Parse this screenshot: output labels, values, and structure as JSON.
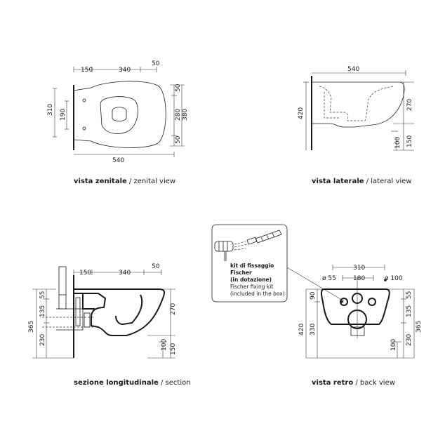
{
  "zenital": {
    "dims": {
      "d150": "150",
      "d340": "340",
      "d50": "50",
      "d310": "310",
      "d190": "190",
      "r50a": "50",
      "r280": "280",
      "r50b": "50",
      "r380": "380",
      "d540": "540"
    },
    "caption_bold": "vista zenitale",
    "caption_rest": " / zenital view"
  },
  "lateral": {
    "dims": {
      "d540": "540",
      "d420": "420",
      "d270": "270",
      "d150": "150",
      "d100": "100"
    },
    "caption_bold": "vista laterale",
    "caption_rest": " / lateral view"
  },
  "section": {
    "dims": {
      "d150": "150",
      "d340": "340",
      "d50": "50",
      "d55": "55",
      "d135": "135",
      "d365": "365",
      "d230": "230",
      "d270": "270",
      "d100": "100",
      "d150r": "150"
    },
    "caption_bold": "sezione longitudinale",
    "caption_rest": " / section"
  },
  "back": {
    "dims": {
      "d310": "310",
      "d180": "180",
      "d90": "90",
      "d420": "420",
      "d330": "330",
      "d55": "55",
      "d135": "135",
      "d230": "230",
      "d365": "365",
      "d100": "100"
    },
    "phi55": "ø 55",
    "phi100": "ø 100",
    "caption_bold": "vista retro",
    "caption_rest": " / back view"
  },
  "kit": {
    "line1": "kit di fissaggio",
    "line2": "Fischer",
    "line3": "(in dotazione)",
    "line4": "Fischer fixing kit",
    "line5": "(included in the box)"
  }
}
